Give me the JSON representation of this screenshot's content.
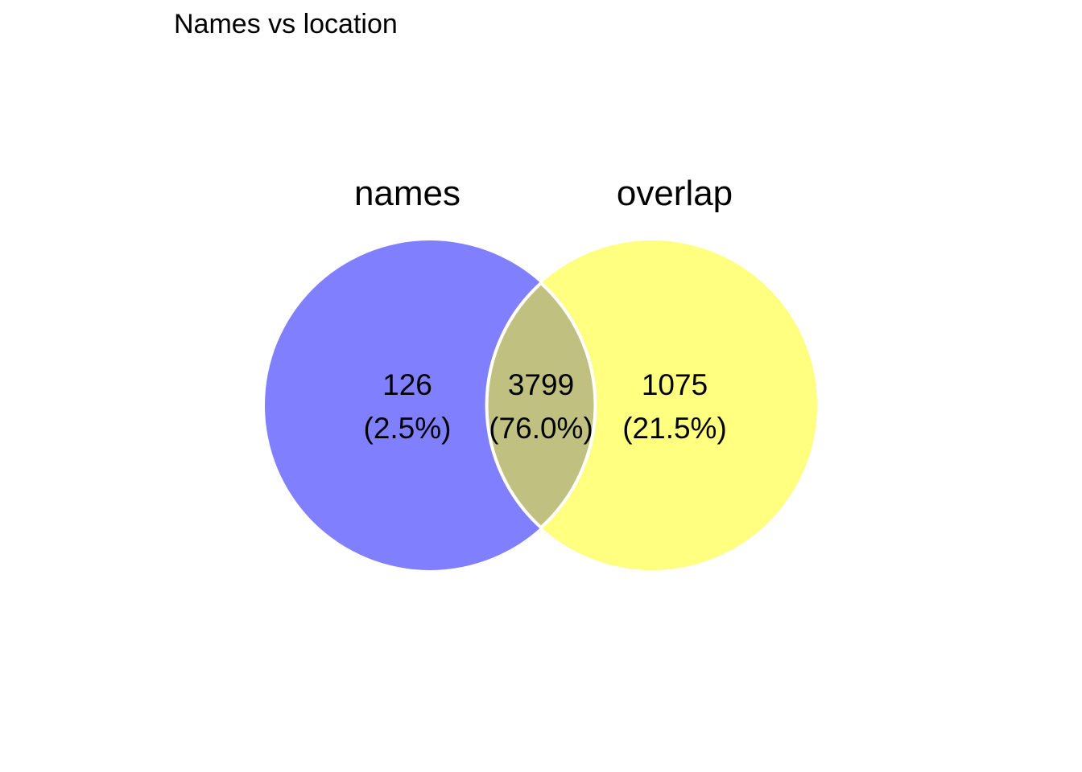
{
  "title": "Names vs location",
  "sets": [
    {
      "name": "names",
      "color": "#8080ff"
    },
    {
      "name": "overlap",
      "color": "#ffff80"
    }
  ],
  "intersection_color": "#c0c080",
  "regions": {
    "left_only": {
      "count": "126",
      "percent": "(2.5%)"
    },
    "both": {
      "count": "3799",
      "percent": "(76.0%)"
    },
    "right_only": {
      "count": "1075",
      "percent": "(21.5%)"
    }
  },
  "chart_data": {
    "type": "venn",
    "title": "Names vs location",
    "sets": [
      "names",
      "overlap"
    ],
    "values": {
      "names_only": 126,
      "names_and_overlap": 3799,
      "overlap_only": 1075
    },
    "percentages": {
      "names_only": 2.5,
      "names_and_overlap": 76.0,
      "overlap_only": 21.5
    }
  }
}
